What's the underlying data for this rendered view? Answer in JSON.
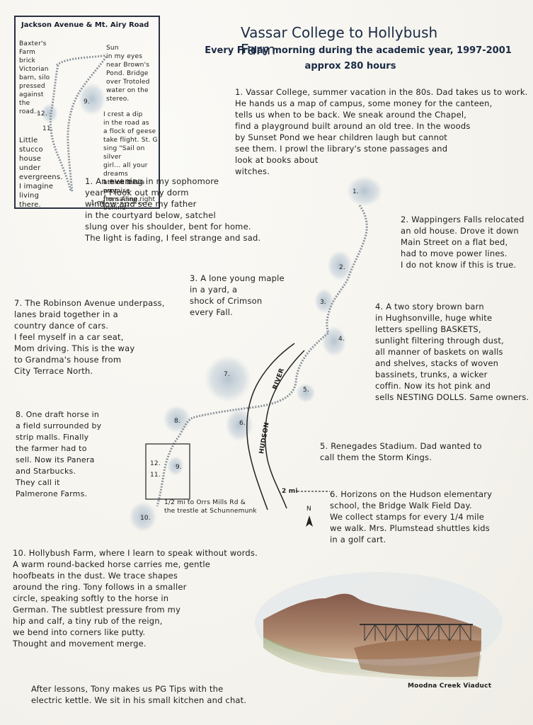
{
  "title": "Vassar College to Hollybush Farm",
  "subtitle": "Every Friday morning during the academic year, 1997-2001",
  "duration": "approx 280 hours",
  "inset": {
    "heading": "Jackson Avenue & Mt. Airy Road",
    "left_note_1": "Baxter's Farm\nbrick Victorian\nbarn, silo\npressed\nagainst\nthe\nroad...",
    "left_note_2": "Little\nstucco\nhouse\nunder\nevergreens.\nI imagine\nliving there.",
    "right_note_1": "Sun\nin my eyes\nnear Brown's\nPond. Bridge\nover Trotoled\nwater on the\nstereo.",
    "right_note_2": "I crest a dip\nin the road as\na flock of geese\ntake flight. St. G\nsing \"Sail on silver\ngirl... all your dreams\nare on their way...\nI'm sailing right behind\"",
    "right_note_3": "I think it is a promise\nfrom Anne.",
    "scale_label": "1 mi",
    "marker_9": "9.",
    "marker_11": "11.",
    "marker_12": "12."
  },
  "entries": {
    "e1": "1. Vassar College, summer vacation in the 80s. Dad takes us to work.\nHe hands us a map of campus, some money for the canteen,\ntells us when to be back. We sneak around the Chapel,\nfind a playground built around an old tree. In the woods\nby Sunset Pond we hear children laugh but cannot\nsee them. I prowl the library's stone passages and\nlook at books about\nwitches.",
    "e1b": "1. An evening in my sophomore\nyear, I look out my dorm\nwindow and see my father\nin the courtyard below, satchel\nslung over his shoulder, bent for home.\nThe light is fading, I feel strange and sad.",
    "e2": "2. Wappingers Falls relocated\nan old house. Drove it down\nMain Street on a flat bed,\nhad to move power lines.\nI do not know if this is true.",
    "e3": "3. A lone young maple\nin a yard, a\nshock of Crimson\nevery Fall.",
    "e4": "4. A two story brown barn\nin Hughsonville, huge white\nletters spelling BASKETS,\nsunlight filtering through dust,\nall manner of baskets on walls\nand shelves, stacks of woven\nbassinets, trunks, a wicker\ncoffin. Now its hot pink and\nsells NESTING DOLLS. Same owners.",
    "e5": "5. Renegades Stadium. Dad wanted to\ncall them the Storm Kings.",
    "e6": "6. Horizons on the Hudson elementary\nschool, the Bridge Walk Field Day.\nWe collect stamps for every 1/4 mile\nwe walk. Mrs. Plumstead shuttles kids\nin a golf cart.",
    "e7": "7. The Robinson Avenue underpass,\nlanes braid together in a\ncountry dance of cars.\nI feel myself in a car seat,\nMom driving. This is the way\nto Grandma's house from\nCity Terrace North.",
    "e8": "8. One draft horse in\na field surrounded by\nstrip malls. Finally\nthe farmer had to\nsell. Now its Panera\nand Starbucks.\nThey call it\nPalmerone Farms.",
    "e10": "10. Hollybush Farm, where I learn to speak without words.\nA warm round-backed horse carries me, gentle\nhoofbeats in the dust. We trace shapes\naround the ring. Tony follows in a smaller\ncircle, speaking softly to the horse in\nGerman. The subtlest pressure from my\nhip and calf, a tiny rub of the reign,\nwe bend into corners like putty.\nThought and movement merge.",
    "e10b": "After lessons, Tony makes us PG Tips with the\nelectric kettle. We sit in his small kitchen and chat."
  },
  "map": {
    "river_label_top": "RIVER",
    "river_label_bottom": "HUDSON",
    "scale_label": "2 mi",
    "north_label": "N",
    "detour_note": "1/2 mi to Orrs Mills Rd &\nthe trestle at Schunnemunk",
    "markers": [
      "1.",
      "2.",
      "3.",
      "4.",
      "5.",
      "6.",
      "7.",
      "8.",
      "9.",
      "10.",
      "11.",
      "12."
    ]
  },
  "sketch_caption": "Moodna Creek Viaduct",
  "colors": {
    "ink": "#1e1e1e",
    "title_ink": "#1a2a44",
    "wash_blue": "#9fb4c8",
    "route_gray": "#8a949c",
    "mountain_brown": "#8a5a45",
    "grass_green": "#7a8a5a"
  }
}
